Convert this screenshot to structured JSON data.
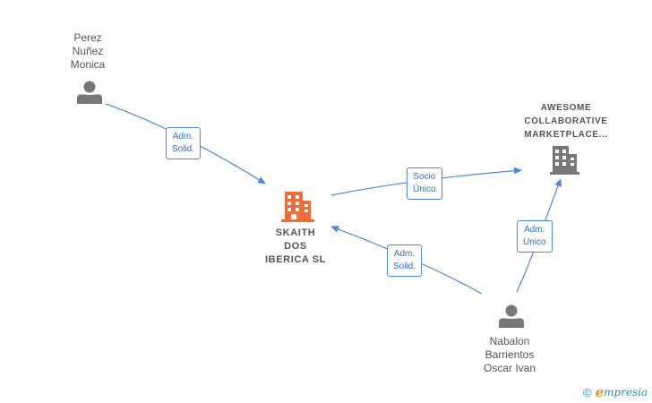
{
  "nodes": {
    "person_perez": {
      "label": "Perez\nNuñez\nMonica",
      "icon": "person-icon",
      "color": "#777777"
    },
    "company_skaith": {
      "label": "SKAITH\nDOS\nIBERICA  SL",
      "icon": "building-icon",
      "color": "#f26b3a"
    },
    "company_awesome": {
      "label": "AWESOME\nCOLLABORATIVE\nMARKETPLACE...",
      "icon": "building-icon",
      "color": "#777777"
    },
    "person_nabalon": {
      "label": "Nabalon\nBarrientos\nOscar Ivan",
      "icon": "person-icon",
      "color": "#777777"
    }
  },
  "edges": {
    "perez_to_skaith": {
      "label": "Adm.\nSolid."
    },
    "skaith_to_awesome": {
      "label": "Socio\nÚnico"
    },
    "nabalon_to_skaith": {
      "label": "Adm.\nSolid."
    },
    "nabalon_to_awesome": {
      "label": "Adm.\nUnico"
    }
  },
  "colors": {
    "edge": "#4a8ad8",
    "accent": "#f26b3a",
    "neutral": "#777777"
  },
  "footer": {
    "copyright": "©",
    "brand_initial": "e",
    "brand_rest": "mpresia"
  }
}
